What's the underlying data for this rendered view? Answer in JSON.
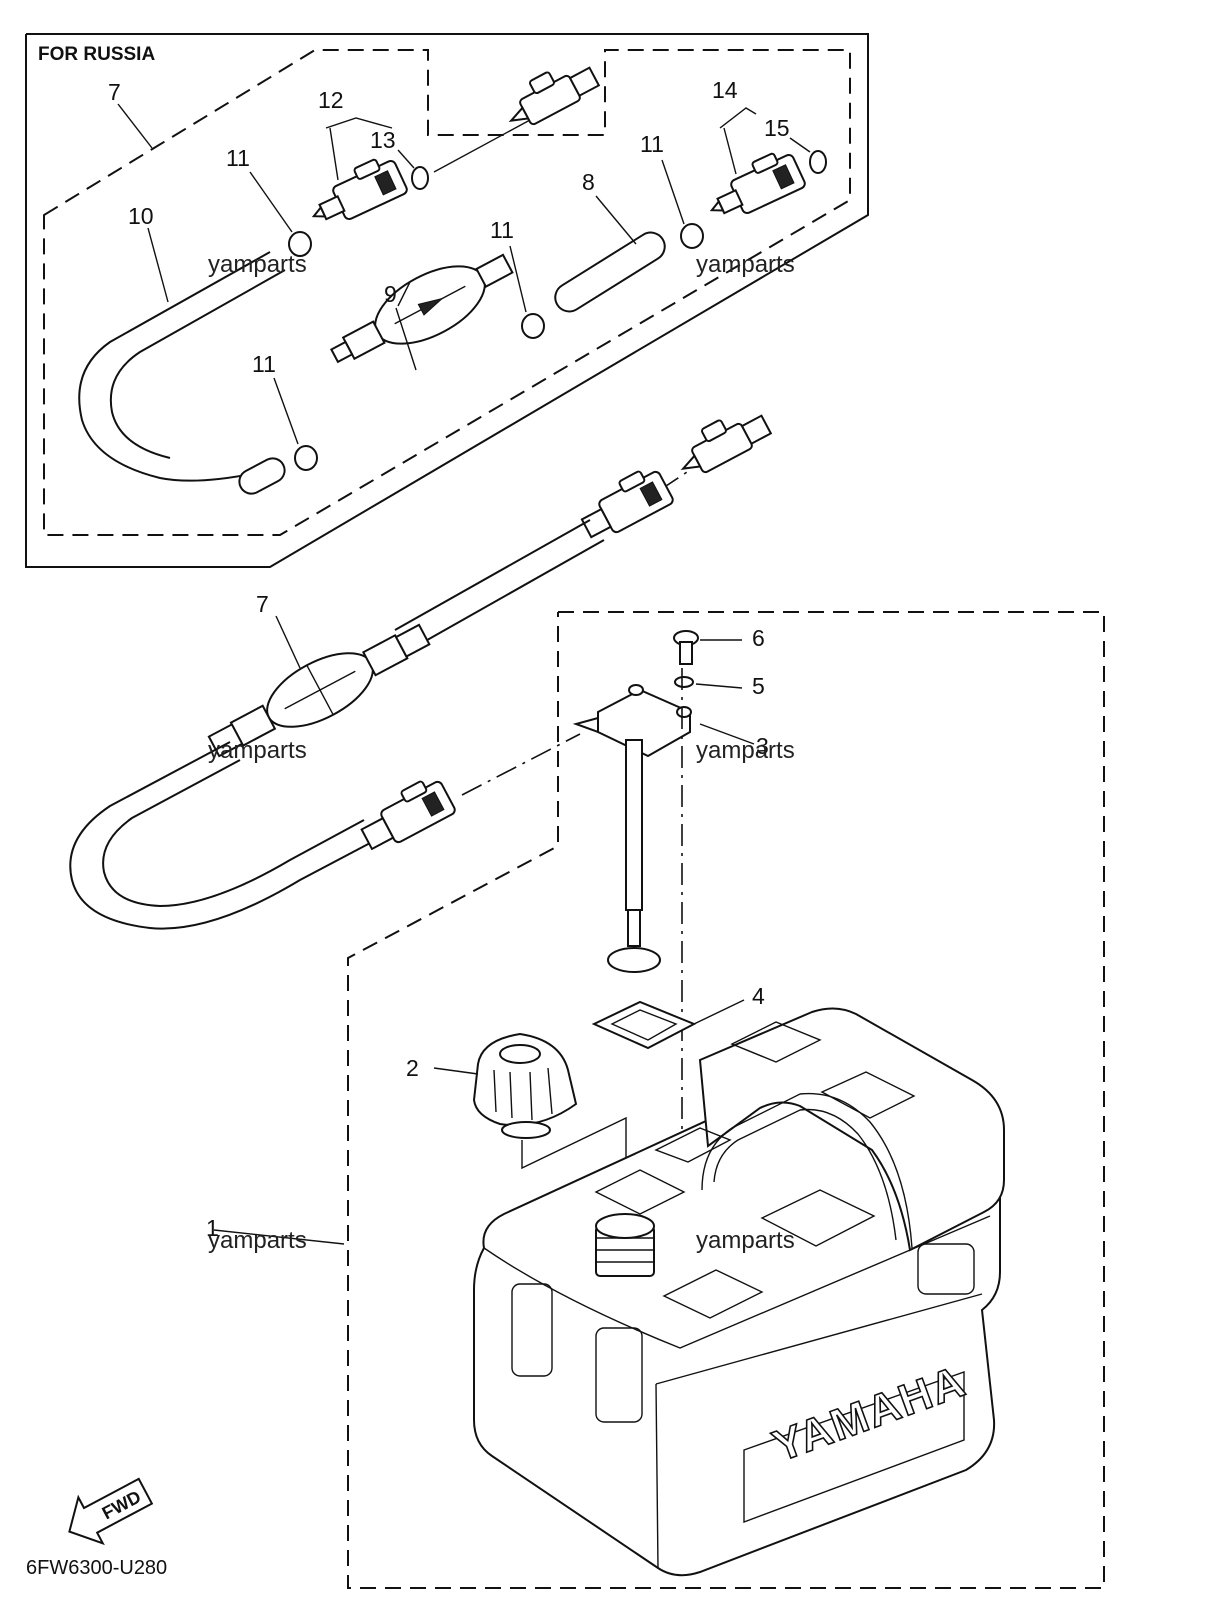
{
  "title": "FOR RUSSIA",
  "diagram_code": "6FW6300-U280",
  "fwd_label": "FWD",
  "brand_text": "YAMAHA",
  "watermark": "yamparts",
  "callouts": {
    "c1": "1",
    "c2": "2",
    "c3": "3",
    "c4": "4",
    "c5": "5",
    "c6": "6",
    "c7_inset": "7",
    "c7_main": "7",
    "c8": "8",
    "c9": "9",
    "c10": "10",
    "c11_a": "11",
    "c11_b": "11",
    "c11_c": "11",
    "c11_d": "11",
    "c12": "12",
    "c13": "13",
    "c14": "14",
    "c15": "15"
  }
}
